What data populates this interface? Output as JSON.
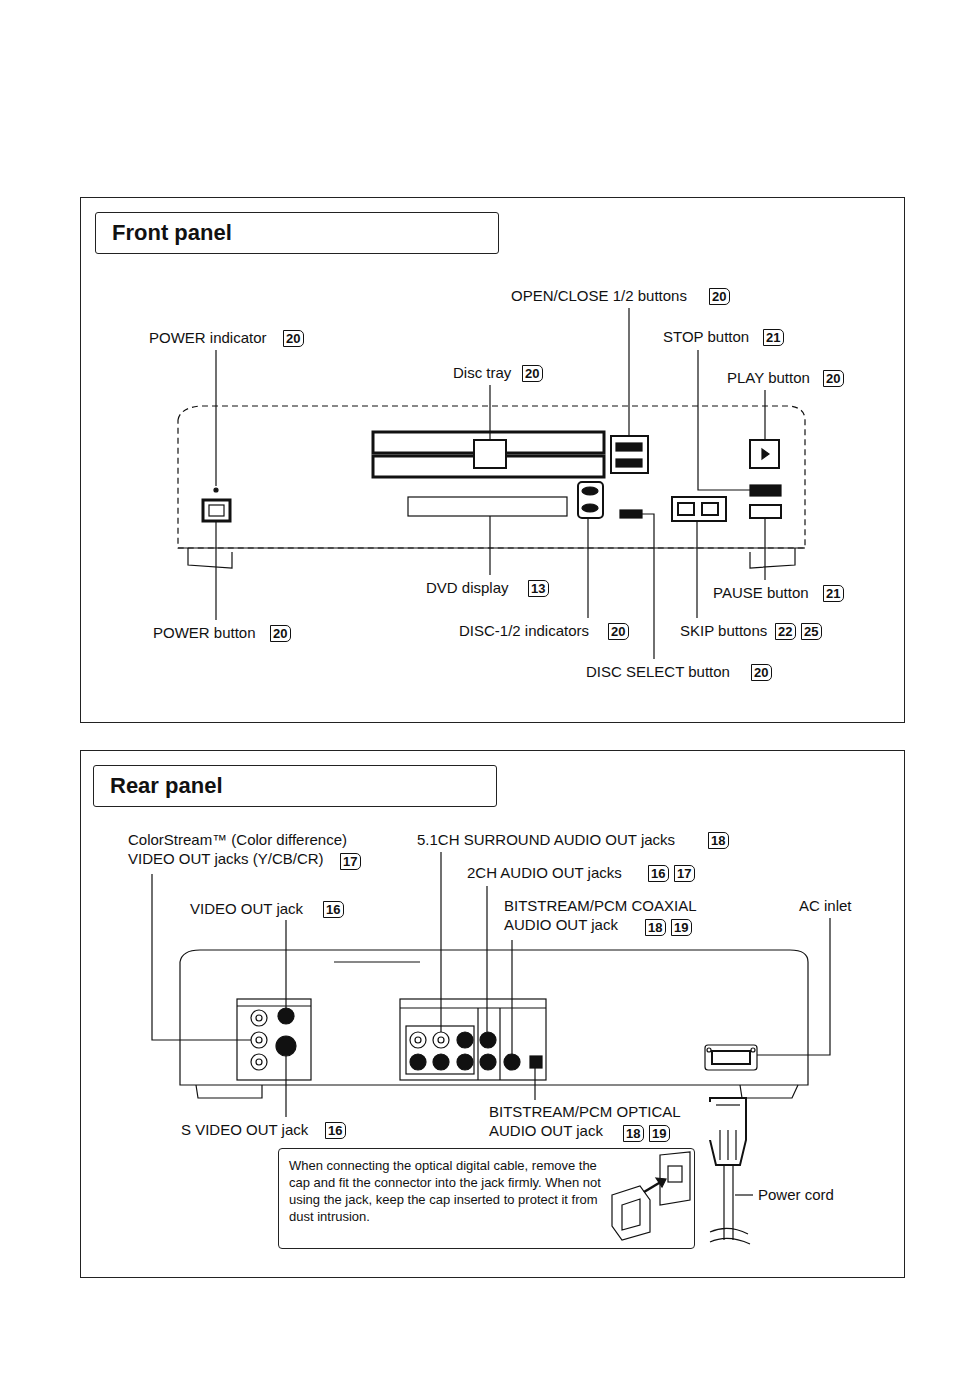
{
  "diagram": {
    "nodes": [
      {
        "text": [
          "Front panel"
        ]
      },
      {
        "text": [
          "Rear panel"
        ]
      },
      {
        "text": [
          "When connecting the optical digital cable, remove the cap and fit the connector into the jack firmly. When not using the jack, keep the cap inserted to protect it from dust intrusion."
        ],
        "in": 1
      }
    ],
    "labels": [
      "OPEN/CLOSE 1/2 buttons",
      "20",
      "POWER indicator",
      "20",
      "STOP button",
      "21",
      "Disc tray",
      "20",
      "PLAY button",
      "20",
      "DVD display",
      "13",
      "PAUSE button",
      "21",
      "POWER button",
      "20",
      "DISC-1/2 indicators",
      "20",
      "SKIP buttons",
      "22",
      "25",
      "DISC SELECT button",
      "20",
      "ColorStream™ (Color difference) VIDEO OUT jacks (Y/CB/CR)",
      "17",
      "5.1CH SURROUND AUDIO OUT jacks",
      "18",
      "2CH AUDIO OUT jacks",
      "16",
      "17",
      "VIDEO OUT jack",
      "16",
      "BITSTREAM/PCM COAXIAL AUDIO OUT jack",
      "18",
      "19",
      "AC inlet",
      "S VIDEO OUT jack",
      "16",
      "BITSTREAM/PCM OPTICAL AUDIO OUT jack",
      "18",
      "19",
      "Power cord"
    ]
  }
}
